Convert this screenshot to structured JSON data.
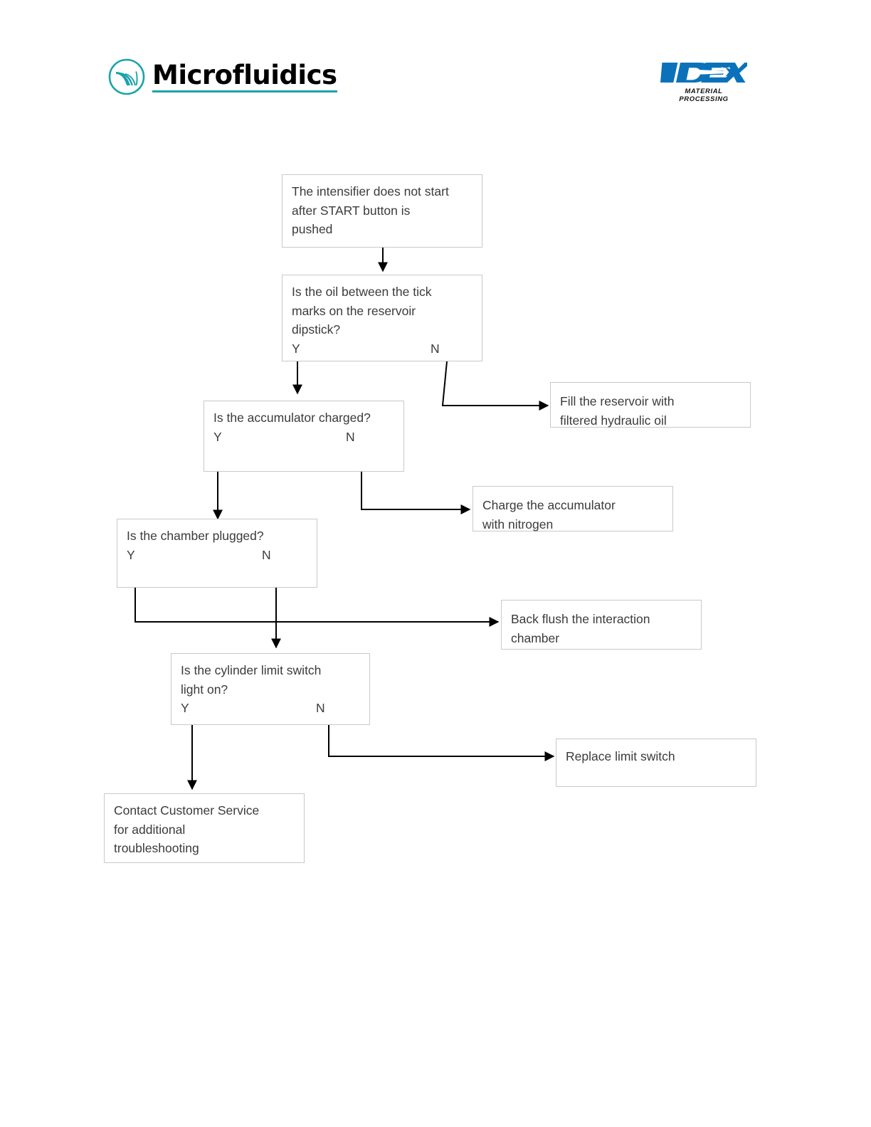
{
  "header": {
    "microfluidics_logo": {
      "wordmark": "Microfluidics",
      "mark_name": "microfluidics-leaf-mark"
    },
    "idex_logo": {
      "wordmark": "IDEX",
      "tagline": "MATERIAL PROCESSING"
    }
  },
  "flowchart": {
    "title": "Intensifier does not start troubleshooting flowchart",
    "nodes": {
      "problem": {
        "text": "The intensifier does not start\nafter START button is\npushed"
      },
      "oil_check": {
        "text": "Is the oil between the tick\nmarks on the reservoir\ndipstick?",
        "yes": "Y",
        "no": "N"
      },
      "accumulator_check": {
        "text": "Is the accumulator charged?",
        "yes": "Y",
        "no": "N"
      },
      "chamber_check": {
        "text": "Is the chamber plugged?",
        "yes": "Y",
        "no": "N"
      },
      "limit_switch_check": {
        "text": "Is the cylinder limit switch\nlight on?",
        "yes": "Y",
        "no": "N"
      },
      "fill_reservoir": {
        "text": "Fill the reservoir with\nfiltered hydraulic oil"
      },
      "charge_accumulator": {
        "text": "Charge the accumulator\nwith nitrogen"
      },
      "back_flush": {
        "text": "Back flush the interaction\nchamber"
      },
      "replace_limit_switch": {
        "text": "Replace limit switch"
      },
      "contact_service": {
        "text": "Contact Customer Service\nfor additional\ntroubleshooting"
      }
    },
    "colors": {
      "box_border": "#c9c9c9",
      "text": "#3b3b3b",
      "connector": "#000000",
      "brand_teal": "#1aa3ab",
      "idex_blue": "#0b72ba"
    }
  }
}
